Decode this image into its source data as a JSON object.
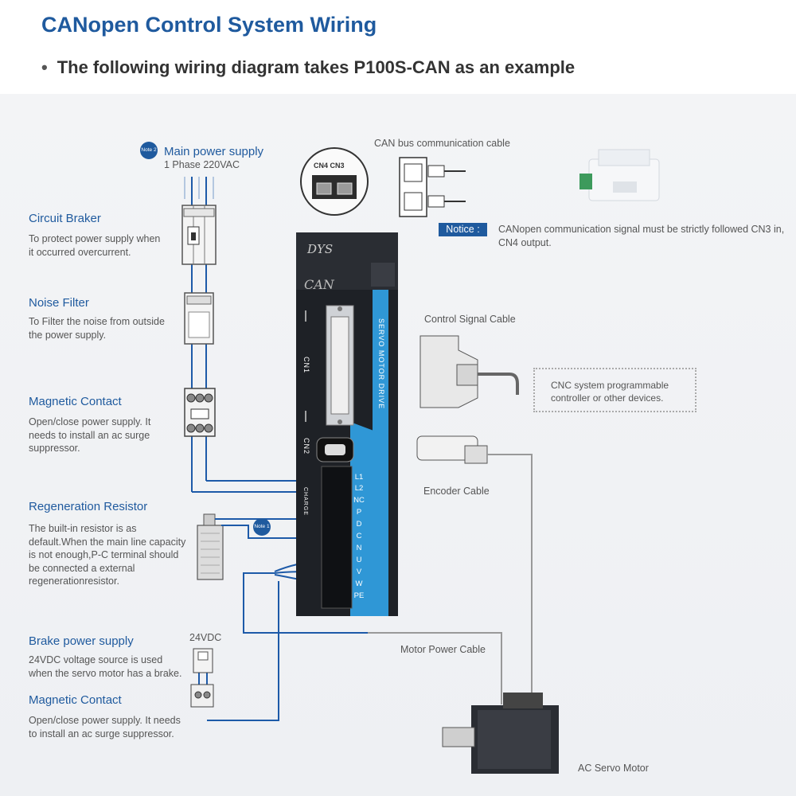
{
  "header": {
    "title": "CANopen Control System Wiring",
    "bullet": "•",
    "subtitle": "The following wiring diagram takes P100S-CAN as an example"
  },
  "colors": {
    "accent": "#1f5a9e",
    "wire": "#1d5aa8",
    "drive_body": "#1e2126",
    "drive_stripe": "#2f97d6"
  },
  "main_power": {
    "note": "Note 2",
    "label": "Main power supply",
    "spec": "1 Phase 220VAC"
  },
  "circuit_breaker": {
    "label": "Circuit Braker",
    "desc": "To protect power supply when it occurred overcurrent."
  },
  "noise_filter": {
    "label": "Noise Filter",
    "desc": "To Filter the noise from outside the power supply."
  },
  "magnetic_contact_1": {
    "label": "Magnetic Contact",
    "desc": "Open/close power supply. It needs to install an ac surge suppressor."
  },
  "regen_resistor": {
    "label": "Regeneration Resistor",
    "desc": "The built-in resistor is as default.When the main line capacity is not enough,P-C terminal should be connected a external regenerationresistor.",
    "note": "Note 1"
  },
  "brake_power": {
    "label": "Brake power supply",
    "desc": "24VDC voltage source is used when the servo motor has a brake.",
    "voltage": "24VDC"
  },
  "magnetic_contact_2": {
    "label": "Magnetic Contact",
    "desc": "Open/close power supply. It needs to install an ac surge suppressor."
  },
  "can_bus": {
    "label": "CAN bus communication cable",
    "notice_tag": "Notice :",
    "notice_text": "CANopen communication signal must be strictly followed CN3 in, CN4 output.",
    "port_labels": "CN4  CN3"
  },
  "control_signal": {
    "label": "Control Signal Cable"
  },
  "cnc_box": {
    "text": "CNC  system programmable controller or other devices."
  },
  "encoder": {
    "label": "Encoder Cable"
  },
  "motor_power": {
    "label": "Motor Power Cable"
  },
  "motor": {
    "label": "AC Servo Motor"
  },
  "drive": {
    "brand": "DYS",
    "model": "CAN",
    "stripe_text": "SERVO MOTOR DRIVE",
    "cn1": "CN1",
    "cn2": "CN2",
    "charge": "CHARGE",
    "terminals": [
      "L1",
      "L2",
      "NC",
      "P",
      "D",
      "C",
      "N",
      "U",
      "V",
      "W",
      "PE"
    ]
  }
}
